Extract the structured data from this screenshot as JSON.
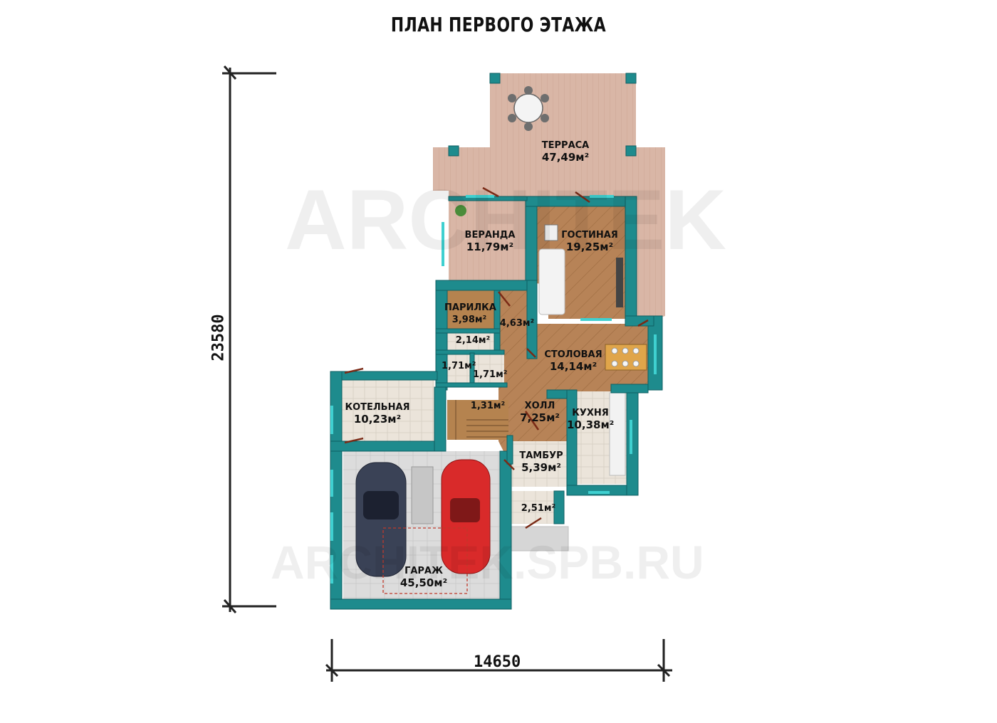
{
  "title": "ПЛАН ПЕРВОГО ЭТАЖА",
  "dimensions": {
    "width": "14650",
    "height": "23580"
  },
  "watermark": {
    "line1": "ARCHITEK",
    "line2": "ARCHITEK.SPB.RU"
  },
  "rooms": {
    "terrace": {
      "name": "ТЕРРАСА",
      "area": "47,49м²"
    },
    "veranda": {
      "name": "ВЕРАНДА",
      "area": "11,79м²"
    },
    "living": {
      "name": "ГОСТИНАЯ",
      "area": "19,25м²"
    },
    "sauna": {
      "name": "ПАРИЛКА",
      "area": "3,98м²"
    },
    "corridor": {
      "area": "4,63м²"
    },
    "shower": {
      "area": "2,14м²"
    },
    "wc1": {
      "area": "1,71м²"
    },
    "wc2": {
      "area": "1,71м²"
    },
    "dining": {
      "name": "СТОЛОВАЯ",
      "area": "14,14м²"
    },
    "boiler": {
      "name": "КОТЕЛЬНАЯ",
      "area": "10,23м²"
    },
    "stairs": {
      "area": "1,31м²"
    },
    "hall": {
      "name": "ХОЛЛ",
      "area": "7,25м²"
    },
    "kitchen": {
      "name": "КУХНЯ",
      "area": "10,38м²"
    },
    "vestibule": {
      "name": "ТАМБУР",
      "area": "5,39м²"
    },
    "porch": {
      "area": "2,51м²"
    },
    "garage": {
      "name": "ГАРАЖ",
      "area": "45,50м²"
    }
  },
  "colors": {
    "wall": "#1e8b8d",
    "wall_dark": "#0f5f62",
    "terrace_floor": "#d9b6a6",
    "wood_floor": "#b78357",
    "tile_floor": "#e9e2d8",
    "garage_floor": "#dcdcdc",
    "car_red": "#d92a2a",
    "car_dark": "#3a4256",
    "dimension_line": "#222222"
  }
}
